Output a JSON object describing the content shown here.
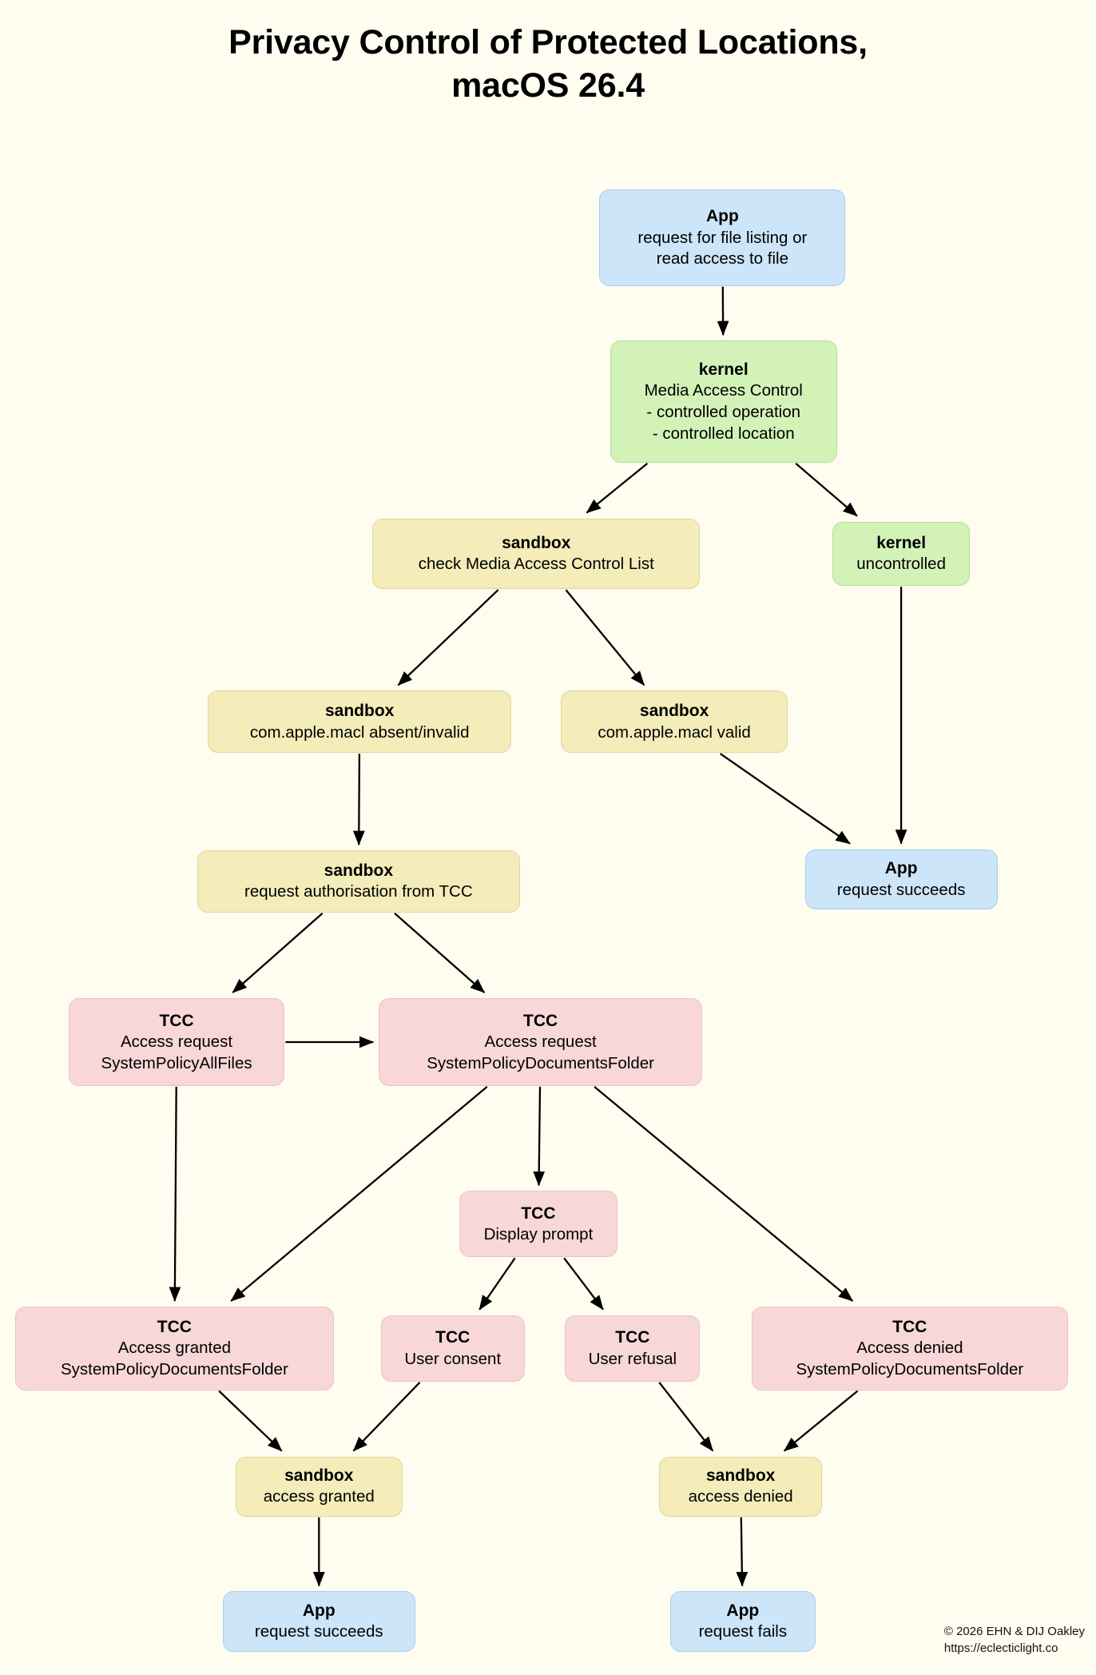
{
  "title": {
    "line1": "Privacy Control of Protected Locations,",
    "line2": "macOS 26.4"
  },
  "colors": {
    "background": "#fffcf0",
    "app_fill": "#cce5f8",
    "app_border": "#a9cfec",
    "kernel_fill": "#d2f2b8",
    "kernel_border": "#b7dd99",
    "sandbox_fill": "#f4ecb9",
    "sandbox_border": "#ded79f",
    "tcc_fill": "#f7d7d7",
    "tcc_border": "#ecc2c2",
    "edge": "#000000",
    "text": "#000000"
  },
  "nodes": [
    {
      "id": "app_request",
      "type": "App",
      "label": "App",
      "lines": [
        "request for file listing or",
        "read access to file"
      ]
    },
    {
      "id": "kernel_mac",
      "type": "kernel",
      "label": "kernel",
      "lines": [
        "Media Access Control",
        "- controlled operation",
        "- controlled location"
      ]
    },
    {
      "id": "sandbox_check",
      "type": "sandbox",
      "label": "sandbox",
      "lines": [
        "check Media Access Control List"
      ]
    },
    {
      "id": "kernel_uncontrolled",
      "type": "kernel",
      "label": "kernel",
      "lines": [
        "uncontrolled"
      ]
    },
    {
      "id": "sandbox_macl_absent",
      "type": "sandbox",
      "label": "sandbox",
      "lines": [
        "com.apple.macl absent/invalid"
      ]
    },
    {
      "id": "sandbox_macl_valid",
      "type": "sandbox",
      "label": "sandbox",
      "lines": [
        "com.apple.macl valid"
      ]
    },
    {
      "id": "app_succeeds_top",
      "type": "App",
      "label": "App",
      "lines": [
        "request succeeds"
      ]
    },
    {
      "id": "sandbox_request_tcc",
      "type": "sandbox",
      "label": "sandbox",
      "lines": [
        "request authorisation from TCC"
      ]
    },
    {
      "id": "tcc_req_allfiles",
      "type": "TCC",
      "label": "TCC",
      "lines": [
        "Access request",
        "SystemPolicyAllFiles"
      ]
    },
    {
      "id": "tcc_req_docsfolder",
      "type": "TCC",
      "label": "TCC",
      "lines": [
        "Access request",
        "SystemPolicyDocumentsFolder"
      ]
    },
    {
      "id": "tcc_display_prompt",
      "type": "TCC",
      "label": "TCC",
      "lines": [
        "Display prompt"
      ]
    },
    {
      "id": "tcc_granted",
      "type": "TCC",
      "label": "TCC",
      "lines": [
        "Access granted",
        "SystemPolicyDocumentsFolder"
      ]
    },
    {
      "id": "tcc_user_consent",
      "type": "TCC",
      "label": "TCC",
      "lines": [
        "User consent"
      ]
    },
    {
      "id": "tcc_user_refusal",
      "type": "TCC",
      "label": "TCC",
      "lines": [
        "User refusal"
      ]
    },
    {
      "id": "tcc_denied",
      "type": "TCC",
      "label": "TCC",
      "lines": [
        "Access denied",
        "SystemPolicyDocumentsFolder"
      ]
    },
    {
      "id": "sandbox_granted",
      "type": "sandbox",
      "label": "sandbox",
      "lines": [
        "access granted"
      ]
    },
    {
      "id": "sandbox_denied",
      "type": "sandbox",
      "label": "sandbox",
      "lines": [
        "access denied"
      ]
    },
    {
      "id": "app_succeeds_bottom",
      "type": "App",
      "label": "App",
      "lines": [
        "request succeeds"
      ]
    },
    {
      "id": "app_fails",
      "type": "App",
      "label": "App",
      "lines": [
        "request fails"
      ]
    }
  ],
  "edges": [
    {
      "from": "app_request",
      "to": "kernel_mac"
    },
    {
      "from": "kernel_mac",
      "to": "sandbox_check"
    },
    {
      "from": "kernel_mac",
      "to": "kernel_uncontrolled"
    },
    {
      "from": "sandbox_check",
      "to": "sandbox_macl_absent"
    },
    {
      "from": "sandbox_check",
      "to": "sandbox_macl_valid"
    },
    {
      "from": "kernel_uncontrolled",
      "to": "app_succeeds_top"
    },
    {
      "from": "sandbox_macl_valid",
      "to": "app_succeeds_top"
    },
    {
      "from": "sandbox_macl_absent",
      "to": "sandbox_request_tcc"
    },
    {
      "from": "sandbox_request_tcc",
      "to": "tcc_req_allfiles"
    },
    {
      "from": "sandbox_request_tcc",
      "to": "tcc_req_docsfolder"
    },
    {
      "from": "tcc_req_allfiles",
      "to": "tcc_req_docsfolder"
    },
    {
      "from": "tcc_req_allfiles",
      "to": "tcc_granted"
    },
    {
      "from": "tcc_req_docsfolder",
      "to": "tcc_granted"
    },
    {
      "from": "tcc_req_docsfolder",
      "to": "tcc_display_prompt"
    },
    {
      "from": "tcc_req_docsfolder",
      "to": "tcc_denied"
    },
    {
      "from": "tcc_display_prompt",
      "to": "tcc_user_consent"
    },
    {
      "from": "tcc_display_prompt",
      "to": "tcc_user_refusal"
    },
    {
      "from": "tcc_granted",
      "to": "sandbox_granted"
    },
    {
      "from": "tcc_user_consent",
      "to": "sandbox_granted"
    },
    {
      "from": "tcc_user_refusal",
      "to": "sandbox_denied"
    },
    {
      "from": "tcc_denied",
      "to": "sandbox_denied"
    },
    {
      "from": "sandbox_granted",
      "to": "app_succeeds_bottom"
    },
    {
      "from": "sandbox_denied",
      "to": "app_fails"
    }
  ],
  "credit": {
    "line1": "© 2026 EHN & DIJ Oakley",
    "line2": "https://eclecticlight.co"
  }
}
